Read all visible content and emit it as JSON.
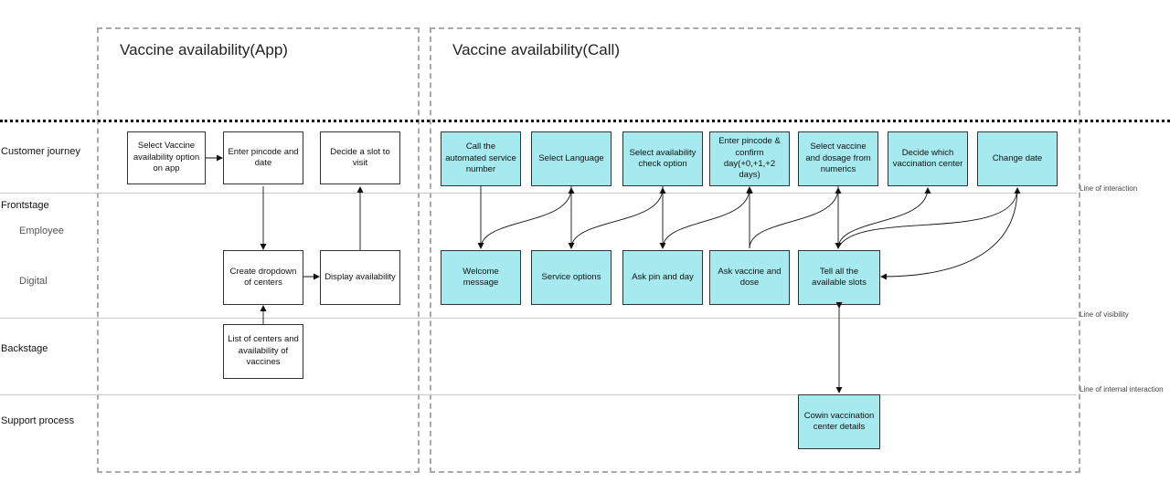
{
  "sections": {
    "app_title": "Vaccine availability(App)",
    "call_title": "Vaccine availability(Call)"
  },
  "lanes": {
    "customer_journey": "Customer journey",
    "frontstage": "Frontstage",
    "employee": "Employee",
    "digital": "Digital",
    "backstage": "Backstage",
    "support_process": "Support process"
  },
  "lines": {
    "interaction": "Line of interaction",
    "visibility": "Line of visibility",
    "internal_interaction": "Line of internal interaction"
  },
  "app_steps": {
    "select_option": "Select Vaccine availability option on app",
    "enter_pincode": "Enter pincode and date",
    "decide_slot": "Decide a slot to visit",
    "create_dropdown": "Create dropdown of centers",
    "display_availability": "Display availability",
    "list_centers": "List of centers and availability of vaccines"
  },
  "call_steps": {
    "call_number": "Call the automated service number",
    "select_language": "Select Language",
    "select_availability": "Select availability check option",
    "enter_pincode_confirm": "Enter pincode & confirm day(+0,+1,+2 days)",
    "select_vaccine": "Select vaccine and dosage from numerics",
    "decide_center": "Decide which vaccination center",
    "change_date": "Change date",
    "welcome_message": "Welcome message",
    "service_options": "Service options",
    "ask_pin_day": "Ask pin and day",
    "ask_vaccine_dose": "Ask vaccine and dose",
    "tell_slots": "Tell all the available slots",
    "cowin_details": "Cowin vaccination center details"
  },
  "colors": {
    "digital_fill": "#a6eaf0",
    "frame_dash": "#aaaaaa"
  }
}
